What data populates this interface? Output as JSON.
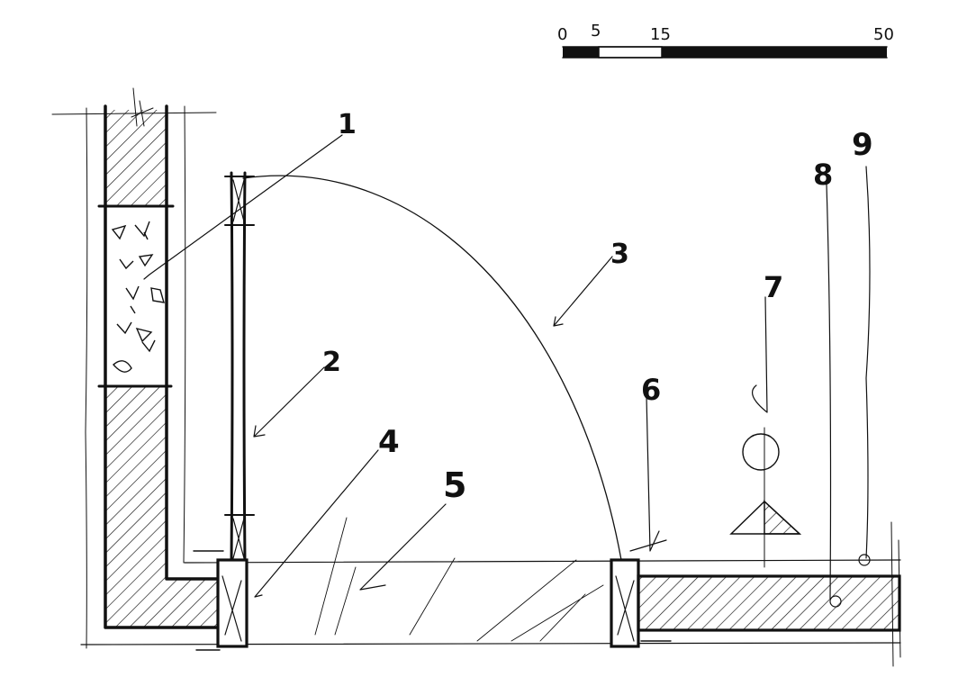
{
  "scale_bar": {
    "ticks": [
      "0",
      "5",
      "15",
      "50"
    ]
  },
  "callouts": {
    "c1": "1",
    "c2": "2",
    "c3": "3",
    "c4": "4",
    "c5": "5",
    "c6": "6",
    "c7": "7",
    "c8": "8",
    "c9": "9"
  },
  "colors": {
    "ink": "#111111",
    "paper": "#ffffff"
  }
}
